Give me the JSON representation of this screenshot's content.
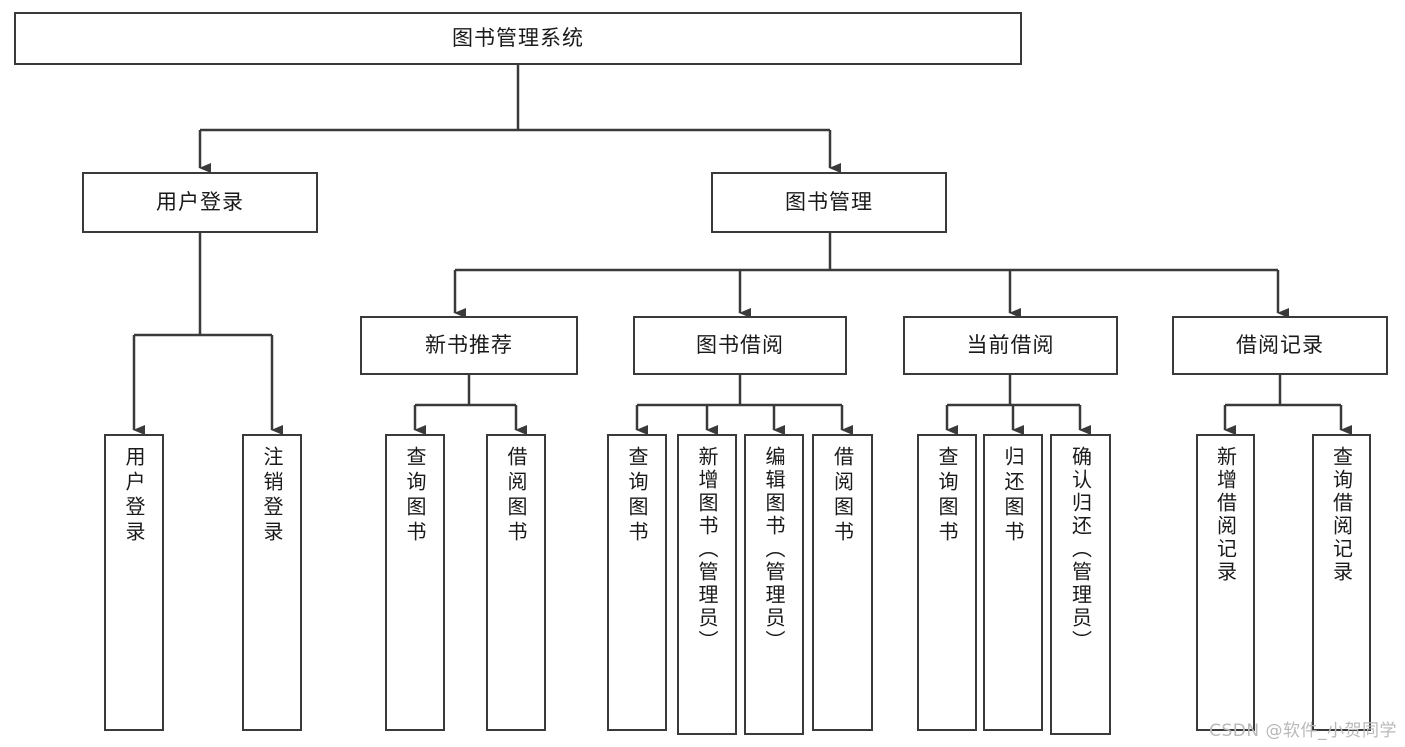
{
  "diagram": {
    "title_node": {
      "label": "图书管理系统"
    },
    "level1": [
      {
        "id": "user-login",
        "label": "用户登录"
      },
      {
        "id": "book-manage",
        "label": "图书管理"
      }
    ],
    "level2": [
      {
        "id": "new-book-recommend",
        "label": "新书推荐"
      },
      {
        "id": "book-borrow",
        "label": "图书借阅"
      },
      {
        "id": "current-borrow",
        "label": "当前借阅"
      },
      {
        "id": "borrow-record",
        "label": "借阅记录"
      }
    ],
    "leaves": {
      "user_login": [
        {
          "id": "leaf-user-login",
          "label": "用户登录"
        },
        {
          "id": "leaf-logout-login",
          "label": "注销登录"
        }
      ],
      "new_book_recommend": [
        {
          "id": "leaf-query-book-1",
          "label": "查询图书"
        },
        {
          "id": "leaf-borrow-book-1",
          "label": "借阅图书"
        }
      ],
      "book_borrow": [
        {
          "id": "leaf-query-book-2",
          "label": "查询图书"
        },
        {
          "id": "leaf-add-book",
          "label": "新增图书（管理员）"
        },
        {
          "id": "leaf-edit-book",
          "label": "编辑图书（管理员）"
        },
        {
          "id": "leaf-borrow-book-2",
          "label": "借阅图书"
        }
      ],
      "current_borrow": [
        {
          "id": "leaf-query-book-3",
          "label": "查询图书"
        },
        {
          "id": "leaf-return-book",
          "label": "归还图书"
        },
        {
          "id": "leaf-confirm-return",
          "label": "确认归还（管理员）"
        }
      ],
      "borrow_record": [
        {
          "id": "leaf-add-record",
          "label": "新增借阅记录"
        },
        {
          "id": "leaf-query-record",
          "label": "查询借阅记录"
        }
      ]
    }
  },
  "watermark": {
    "text": "CSDN @软件_小贺同学"
  },
  "colors": {
    "border": "#3a3a3a",
    "text": "#1a1a1a",
    "background": "#ffffff",
    "watermark": "#b9b9b9"
  }
}
